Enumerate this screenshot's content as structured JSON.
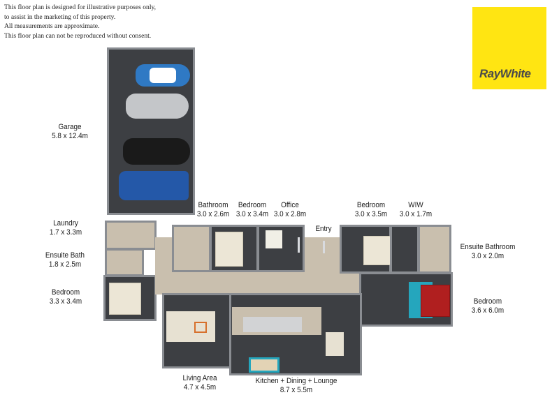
{
  "disclaimer": {
    "lines": [
      "This floor plan is designed for illustrative purposes only,",
      "to assist in the marketing of this property.",
      "All measurements are approximate.",
      "This floor plan can not be reproduced without consent."
    ]
  },
  "brand": {
    "name": "RayWhite",
    "background_color": "#ffe512",
    "text_color": "#4a4a4a"
  },
  "rooms": [
    {
      "name": "Garage",
      "size": "5.8 x 12.4m"
    },
    {
      "name": "Laundry",
      "size": "1.7 x 3.3m"
    },
    {
      "name": "Ensuite Bath",
      "size": "1.8 x 2.5m"
    },
    {
      "name": "Bedroom",
      "size": "3.3 x 3.4m"
    },
    {
      "name": "Bathroom",
      "size": "3.0 x 2.6m"
    },
    {
      "name": "Bedroom",
      "size": "3.0 x 3.4m"
    },
    {
      "name": "Office",
      "size": "3.0 x 2.8m"
    },
    {
      "name": "Entry",
      "size": ""
    },
    {
      "name": "Bedroom",
      "size": "3.0 x 3.5m"
    },
    {
      "name": "WIW",
      "size": "3.0 x 1.7m"
    },
    {
      "name": "Ensuite Bathroom",
      "size": "3.0 x 2.0m"
    },
    {
      "name": "Bedroom",
      "size": "3.6 x 6.0m"
    },
    {
      "name": "Living Area",
      "size": "4.7 x 4.5m"
    },
    {
      "name": "Kitchen + Dining + Lounge",
      "size": "8.7 x 5.5m"
    }
  ],
  "colors": {
    "carpet": "#3d3f43",
    "timber_floor": "#c9bfae",
    "wall": "#8a8d92",
    "car_blue": "#2f79c4",
    "car_silver": "#c4c6c9",
    "car_black": "#1a1a1a",
    "ute_blue": "#2458a8",
    "bed_red": "#b01f1f",
    "rug_teal": "#25a6bd"
  }
}
